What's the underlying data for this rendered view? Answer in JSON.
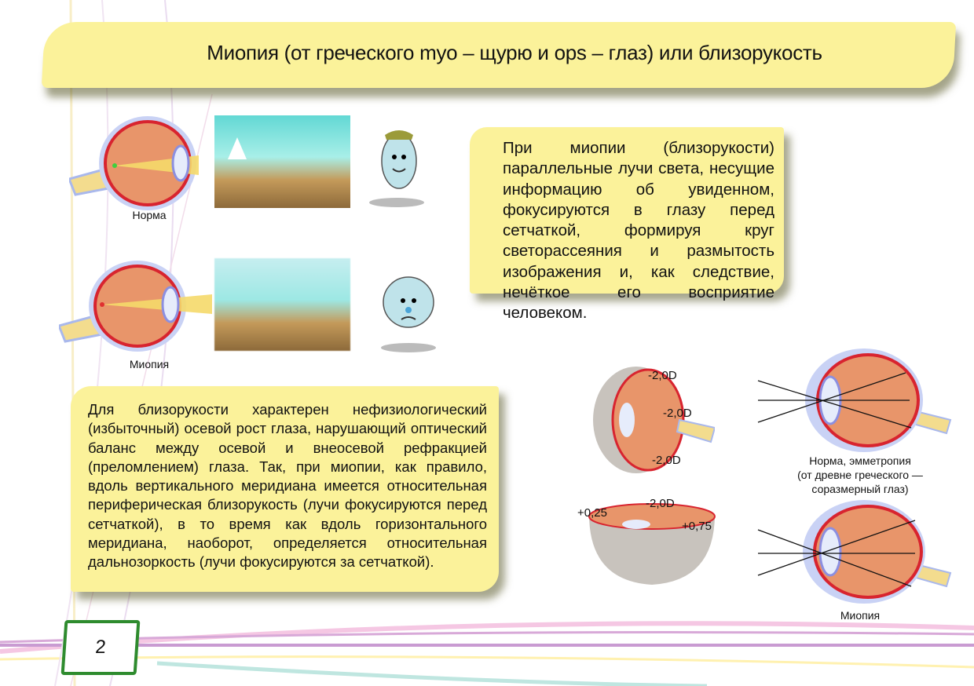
{
  "page": {
    "title": "Миопия (от греческого myo – щурю и ops – глаз) или близорукость",
    "page_number": "2"
  },
  "top_note": {
    "text": "При миопии (близорукости) параллельные лучи света, несущие информацию об увиденном, фокусируются в глазу перед сетчаткой, формируя круг светорассеяния и размытость изображения и, как следствие, нечёткое его восприятие человеком."
  },
  "bottom_note": {
    "text": "Для близорукости характерен нефизиологический (избыточный) осевой рост глаза, нарушающий оптический баланс между осевой и внеосевой рефракцией (преломлением) глаза. Так, при миопии, как правило, вдоль вертикального меридиана имеется относительная периферическая близорукость (лучи фокусируются перед сетчаткой), в то время как вдоль горизонтального меридиана, наоборот, определяется относительная дальнозоркость (лучи фокусируются за сетчаткой)."
  },
  "left_figures": {
    "normal_caption": "Норма",
    "myopia_caption": "Миопия"
  },
  "right_figures": {
    "vertical_section_labels": [
      "-2,0D",
      "-2,0D",
      "-2,0D"
    ],
    "horizontal_section_labels": {
      "left": "+0,25",
      "center": "-2,0D",
      "right": "+0,75"
    },
    "normal_caption_line1": "Норма, эмметропия",
    "normal_caption_line2": "(от древне греческого —",
    "normal_caption_line3": "соразмерный глаз)",
    "myopia_caption": "Миопия"
  },
  "colors": {
    "note_yellow": "#fbf29a",
    "page_num_border": "#2e8b2e",
    "eye_orange": "#e8956a",
    "eye_red": "#d8242f",
    "eye_blue": "#a9b8ec"
  }
}
